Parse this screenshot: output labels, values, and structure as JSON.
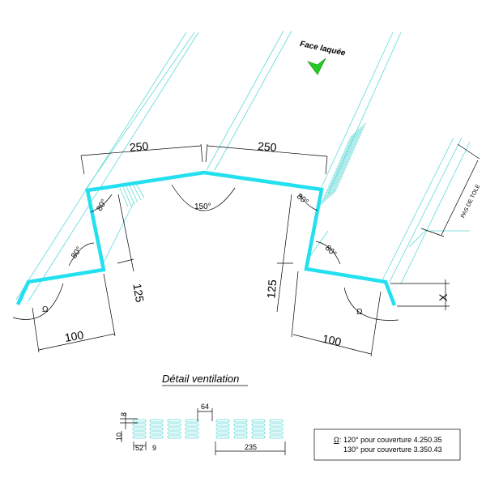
{
  "face_label": "Face laquée",
  "arrow_color": "#22cc22",
  "profile_color": "#22e0f0",
  "line_color": "#5fd8d8",
  "dimensions": {
    "top_left": "250",
    "top_right": "250",
    "angle_center": "150°",
    "angle_left_top": "80°",
    "angle_right_top": "80°",
    "angle_left_bottom": "80°",
    "angle_right_bottom": "80°",
    "height_left": "125",
    "height_right": "125",
    "bottom_left": "100",
    "bottom_right": "100",
    "omega_left": "Ω",
    "omega_right": "Ω",
    "x_label": "X",
    "pas_de_tole": "PAS DE TOLE"
  },
  "ventilation": {
    "title": "Détail ventilation",
    "dim_8": "8",
    "dim_10": "10",
    "dim_52": "52",
    "dim_9": "9",
    "dim_64": "64",
    "dim_235": "235"
  },
  "legend": {
    "omega": "Ω",
    "line1": ": 120° pour couverture 4.250.35",
    "line2": "130° pour couverture 3.350.43"
  }
}
